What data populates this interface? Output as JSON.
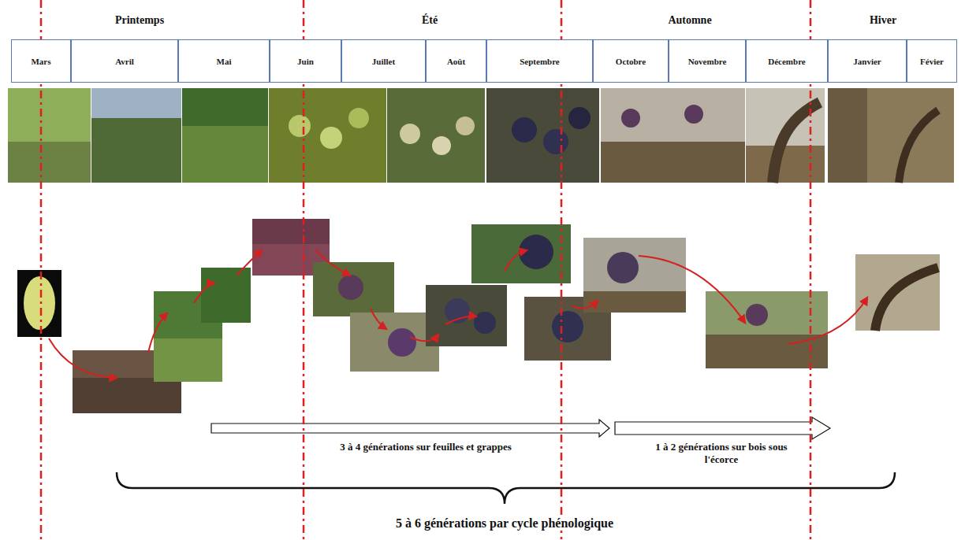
{
  "diagram": {
    "nodes": [
      {
        "text": [
          "Mars"
        ]
      },
      {
        "text": [
          "Avril"
        ]
      },
      {
        "text": [
          "Mai"
        ]
      },
      {
        "text": [
          "Juin"
        ]
      },
      {
        "text": [
          "Juillet"
        ]
      },
      {
        "text": [
          "Août"
        ]
      },
      {
        "text": [
          "Septembre"
        ]
      },
      {
        "text": [
          "Octobre"
        ]
      },
      {
        "text": [
          "Novembre"
        ]
      },
      {
        "text": [
          "Décembre"
        ]
      },
      {
        "text": [
          "Janvier"
        ]
      },
      {
        "text": [
          "Févier"
        ]
      }
    ],
    "labels": [
      "Printemps",
      "Été",
      "Automne",
      "Hiver",
      "3 à 4 générations sur feuilles et grappes",
      "1 à 2 générations sur bois sous l'écorce",
      "5 à 6 générations par cycle phénologique"
    ]
  }
}
